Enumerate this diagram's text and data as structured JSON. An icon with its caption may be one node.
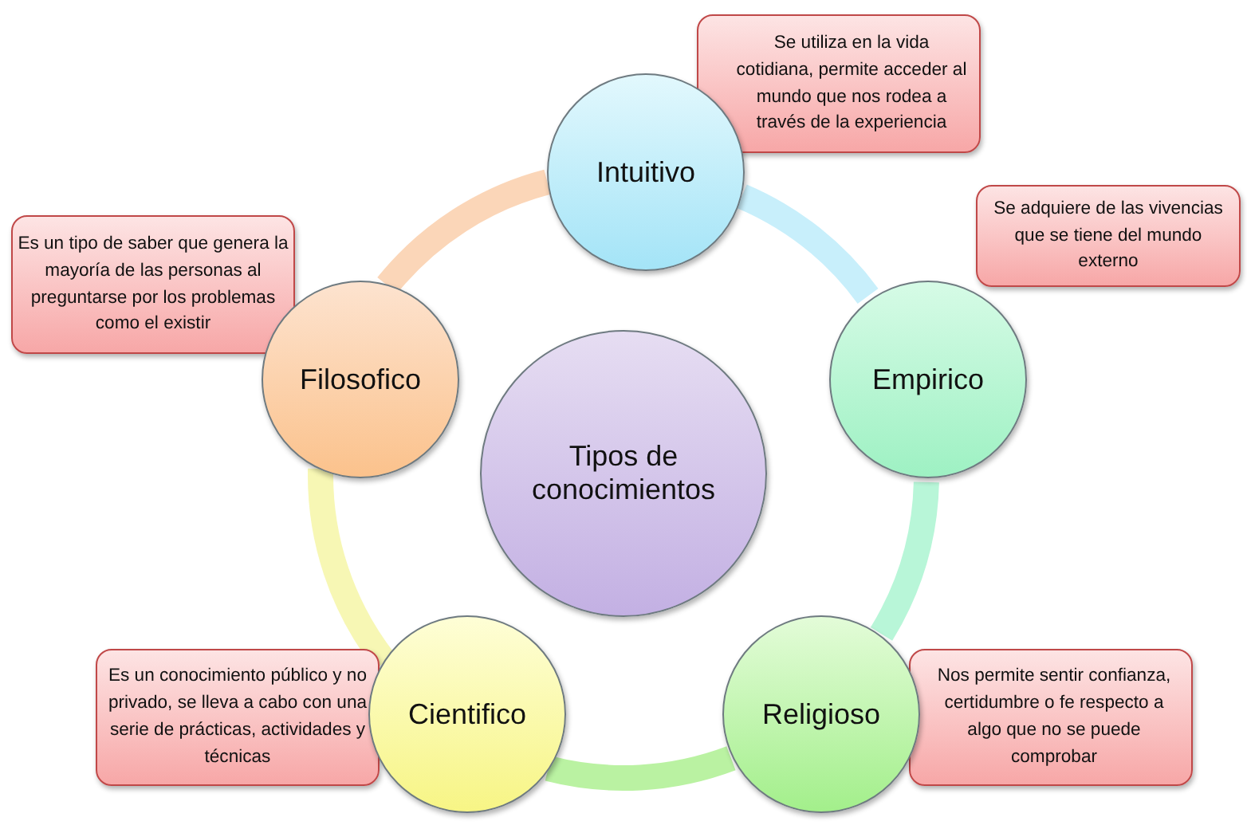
{
  "diagram": {
    "nodes": [
      {
        "text": [
          "Tipos de conocimientos"
        ]
      },
      {
        "text": [
          "Intuitivo"
        ]
      },
      {
        "text": [
          "Empirico"
        ]
      },
      {
        "text": [
          "Religioso"
        ]
      },
      {
        "text": [
          "Cientifico"
        ]
      },
      {
        "text": [
          "Filosofico"
        ]
      },
      {
        "text": [
          "Se utiliza en la vida cotidiana, permite acceder al mundo que nos rodea a través de la experiencia"
        ]
      },
      {
        "text": [
          "Se adquiere de las vivencias que se tiene del mundo externo"
        ]
      },
      {
        "text": [
          "Nos permite sentir confianza, certidumbre o fe respecto a algo que no se puede comprobar"
        ]
      },
      {
        "text": [
          "Es un conocimiento público y no privado,  se lleva a cabo con una serie de prácticas, actividades y técnicas"
        ]
      },
      {
        "text": [
          "Es un tipo de saber que genera la mayoría de las personas al preguntarse por los problemas como el existir"
        ]
      }
    ],
    "edges": [
      {
        "from": 1,
        "to": 2,
        "arrow": "none",
        "color": "#c8effb"
      },
      {
        "from": 2,
        "to": 3,
        "arrow": "none",
        "color": "#b8f6d8"
      },
      {
        "from": 3,
        "to": 4,
        "arrow": "none",
        "color": "#baf2a2"
      },
      {
        "from": 4,
        "to": 5,
        "arrow": "none",
        "color": "#f7f7b4"
      },
      {
        "from": 5,
        "to": 1,
        "arrow": "none",
        "color": "#fbd6b8"
      }
    ]
  }
}
